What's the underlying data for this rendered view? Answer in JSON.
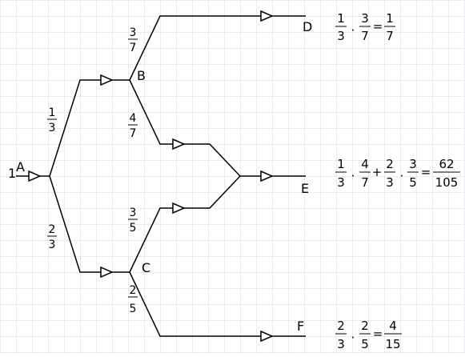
{
  "colors": {
    "background": "#ffffff",
    "grid": "#d6d6e6",
    "line": "#000000"
  },
  "input_label": "1",
  "nodes": {
    "A": "A",
    "B": "B",
    "C": "C",
    "D": "D",
    "E": "E",
    "F": "F"
  },
  "edge_probs": {
    "ab": {
      "num": "1",
      "den": "3"
    },
    "ac": {
      "num": "2",
      "den": "3"
    },
    "bd": {
      "num": "3",
      "den": "7"
    },
    "be": {
      "num": "4",
      "den": "7"
    },
    "ce": {
      "num": "3",
      "den": "5"
    },
    "cf": {
      "num": "2",
      "den": "5"
    }
  },
  "formulas": {
    "D": {
      "f1n": "1",
      "f1d": "3",
      "f2n": "3",
      "f2d": "7",
      "rn": "1",
      "rd": "7"
    },
    "E": {
      "t1an": "1",
      "t1ad": "3",
      "t1bn": "4",
      "t1bd": "7",
      "t2an": "2",
      "t2ad": "3",
      "t2bn": "3",
      "t2bd": "5",
      "rn": "62",
      "rd": "105"
    },
    "F": {
      "f1n": "2",
      "f1d": "3",
      "f2n": "2",
      "f2d": "5",
      "rn": "4",
      "rd": "15"
    }
  },
  "operators": {
    "dot": "·",
    "plus": "+",
    "eq": "="
  }
}
